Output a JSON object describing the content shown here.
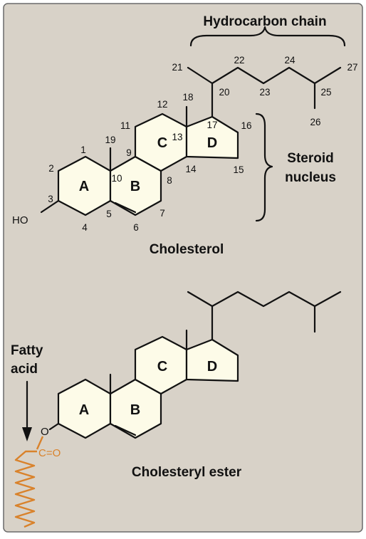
{
  "top": {
    "header": "Hydrocarbon chain",
    "nucleus_label": [
      "Steroid",
      "nucleus"
    ],
    "title": "Cholesterol",
    "ho_label": "HO",
    "rings": [
      "A",
      "B",
      "C",
      "D"
    ],
    "carbon_numbers": [
      "1",
      "2",
      "3",
      "4",
      "5",
      "6",
      "7",
      "8",
      "9",
      "10",
      "11",
      "12",
      "13",
      "14",
      "15",
      "16",
      "17",
      "18",
      "19",
      "20",
      "21",
      "22",
      "23",
      "24",
      "25",
      "26",
      "27"
    ]
  },
  "bottom": {
    "title": "Cholesteryl ester",
    "fatty_acid_label": [
      "Fatty",
      "acid"
    ],
    "oxygen": "O",
    "carbonyl": "C=O",
    "rings": [
      "A",
      "B",
      "C",
      "D"
    ]
  },
  "colors": {
    "panel_background": "#d8d2c8",
    "ring_fill": "#fdfbe8",
    "fatty_acid": "#d9822b"
  }
}
